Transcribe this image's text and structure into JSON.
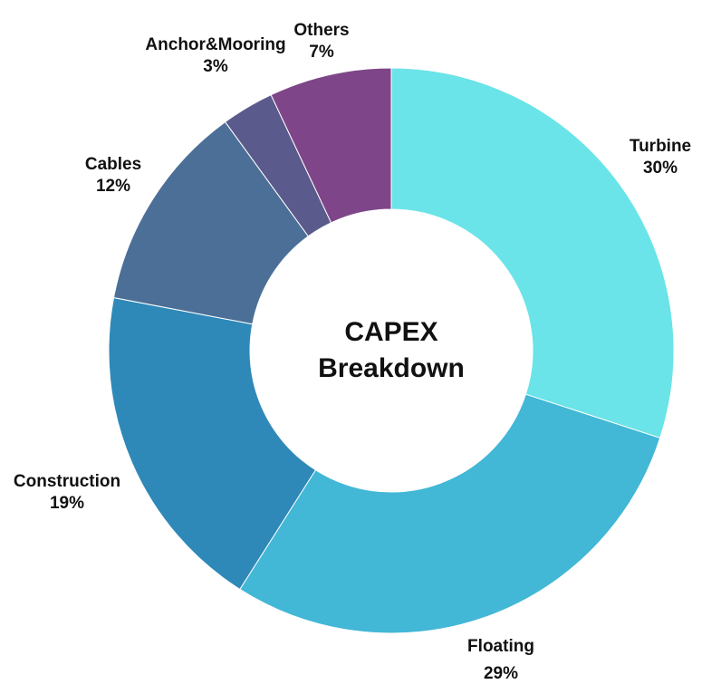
{
  "chart_data": {
    "type": "pie",
    "variant": "donut",
    "title": "CAPEX Breakdown",
    "title_lines": [
      "CAPEX",
      "Breakdown"
    ],
    "categories": [
      "Turbine",
      "Floating",
      "Construction",
      "Cables",
      "Anchor&Mooring",
      "Others"
    ],
    "values": [
      30,
      29,
      19,
      12,
      3,
      7
    ],
    "value_labels": [
      "30%",
      "29%",
      "19%",
      "12%",
      "3%",
      "7%"
    ],
    "colors": [
      "#6ae4e8",
      "#42b7d6",
      "#2e89b8",
      "#4c6f97",
      "#5b5a8c",
      "#7e4688"
    ],
    "start": "top",
    "direction": "clockwise",
    "legend": "none"
  }
}
